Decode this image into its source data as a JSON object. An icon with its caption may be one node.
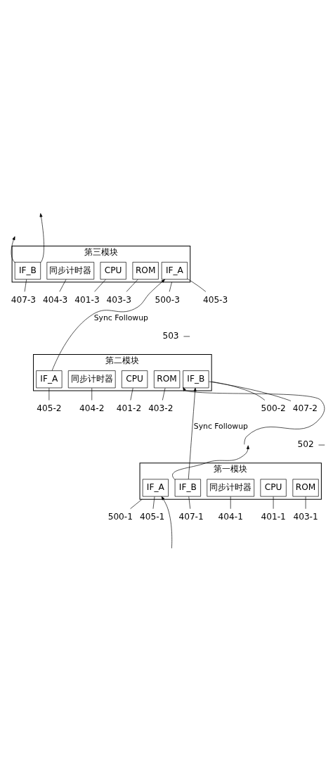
{
  "diagram": {
    "nodes": [
      {
        "text": [
          "第一模块"
        ]
      },
      {
        "text": [
          "IF_A"
        ],
        "in": 0
      },
      {
        "text": [
          "IF_B"
        ],
        "in": 0
      },
      {
        "text": [
          "同步计时器"
        ],
        "in": 0
      },
      {
        "text": [
          "CPU"
        ],
        "in": 0
      },
      {
        "text": [
          "ROM"
        ],
        "in": 0
      },
      {
        "text": [
          "500-1"
        ]
      },
      {
        "text": [
          "405-1"
        ]
      },
      {
        "text": [
          "407-1"
        ]
      },
      {
        "text": [
          "404-1"
        ]
      },
      {
        "text": [
          "401-1"
        ]
      },
      {
        "text": [
          "403-1"
        ]
      },
      {
        "text": [
          "第二模块"
        ]
      },
      {
        "text": [
          "IF_B"
        ],
        "in": 12
      },
      {
        "text": [
          "IF_A"
        ],
        "in": 12
      },
      {
        "text": [
          "同步计时器"
        ],
        "in": 12
      },
      {
        "text": [
          "CPU"
        ],
        "in": 12
      },
      {
        "text": [
          "ROM"
        ],
        "in": 12
      },
      {
        "text": [
          "500-2"
        ]
      },
      {
        "text": [
          "407-2"
        ]
      },
      {
        "text": [
          "405-2"
        ]
      },
      {
        "text": [
          "404-2"
        ]
      },
      {
        "text": [
          "401-2"
        ]
      },
      {
        "text": [
          "403-2"
        ]
      },
      {
        "text": [
          "第三模块"
        ]
      },
      {
        "text": [
          "IF_A"
        ],
        "in": 24
      },
      {
        "text": [
          "IF_B"
        ],
        "in": 24
      },
      {
        "text": [
          "同步计时器"
        ],
        "in": 24
      },
      {
        "text": [
          "CPU"
        ],
        "in": 24
      },
      {
        "text": [
          "ROM"
        ],
        "in": 24
      },
      {
        "text": [
          "500-3"
        ]
      },
      {
        "text": [
          "405-3"
        ]
      },
      {
        "text": [
          "407-3"
        ]
      },
      {
        "text": [
          "404-3"
        ]
      },
      {
        "text": [
          "401-3"
        ]
      },
      {
        "text": [
          "403-3"
        ]
      },
      {
        "text": [
          "502"
        ]
      },
      {
        "text": [
          "503"
        ]
      }
    ],
    "edges": [
      {
        "from": null,
        "to": 1,
        "arrow": "to"
      },
      {
        "from": 2,
        "to": null,
        "arrow": "to"
      },
      {
        "from": 2,
        "to": 13,
        "arrow": "to",
        "label": "Sync Followup"
      },
      {
        "from": null,
        "to": 13,
        "arrow": "to"
      },
      {
        "from": 14,
        "to": 25,
        "arrow": "to",
        "label": "Sync Followup"
      },
      {
        "from": 26,
        "to": null,
        "arrow": "to"
      },
      {
        "from": 26,
        "to": null,
        "arrow": "to"
      },
      {
        "from": 6,
        "to": 0,
        "arrow": "none"
      },
      {
        "from": 7,
        "to": 1,
        "arrow": "none"
      },
      {
        "from": 8,
        "to": 2,
        "arrow": "none"
      },
      {
        "from": 9,
        "to": 3,
        "arrow": "none"
      },
      {
        "from": 10,
        "to": 4,
        "arrow": "none"
      },
      {
        "from": 11,
        "to": 5,
        "arrow": "none"
      },
      {
        "from": 18,
        "to": 12,
        "arrow": "none"
      },
      {
        "from": 19,
        "to": 13,
        "arrow": "none"
      },
      {
        "from": 20,
        "to": 14,
        "arrow": "none"
      },
      {
        "from": 21,
        "to": 15,
        "arrow": "none"
      },
      {
        "from": 22,
        "to": 16,
        "arrow": "none"
      },
      {
        "from": 23,
        "to": 17,
        "arrow": "none"
      },
      {
        "from": 30,
        "to": 24,
        "arrow": "none"
      },
      {
        "from": 31,
        "to": 25,
        "arrow": "none"
      },
      {
        "from": 32,
        "to": 26,
        "arrow": "none"
      },
      {
        "from": 33,
        "to": 27,
        "arrow": "none"
      },
      {
        "from": 34,
        "to": 28,
        "arrow": "none"
      },
      {
        "from": 35,
        "to": 29,
        "arrow": "none"
      },
      {
        "from": 36,
        "to": null,
        "arrow": "none"
      },
      {
        "from": 37,
        "to": null,
        "arrow": "none"
      }
    ]
  }
}
